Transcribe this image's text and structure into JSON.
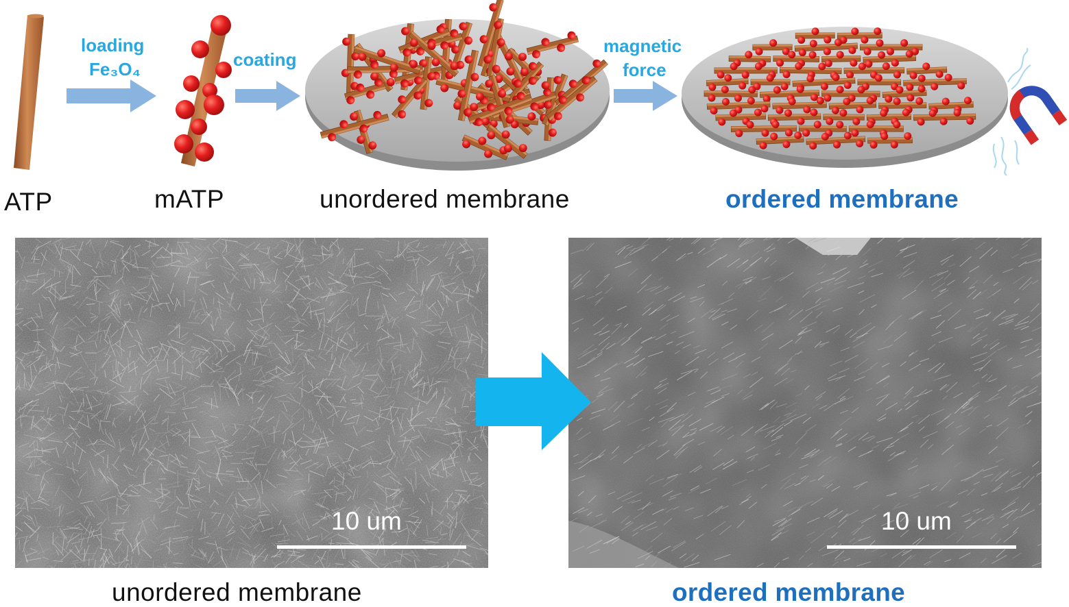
{
  "labels": {
    "atp": "ATP",
    "matp": "mATP",
    "unordered_top": "unordered membrane",
    "ordered_top": "ordered membrane",
    "unordered_bottom": "unordered membrane",
    "ordered_bottom": "ordered membrane"
  },
  "steps": {
    "loading": "loading",
    "fe3o4": "Fe₃O₄",
    "coating": "coating",
    "magnetic": "magnetic",
    "force": "force"
  },
  "scale_bars": {
    "left": "10 um",
    "right": "10 um"
  },
  "colors": {
    "rod": "#b86a38",
    "particle": "#e02020",
    "disk": "#b9b9b9",
    "step_arrow": "#8ab4e0",
    "big_arrow": "#14b4ee",
    "ordered_label": "#1f6fbf",
    "step_label": "#29a8e0"
  },
  "icons": [
    "magnet-icon"
  ]
}
